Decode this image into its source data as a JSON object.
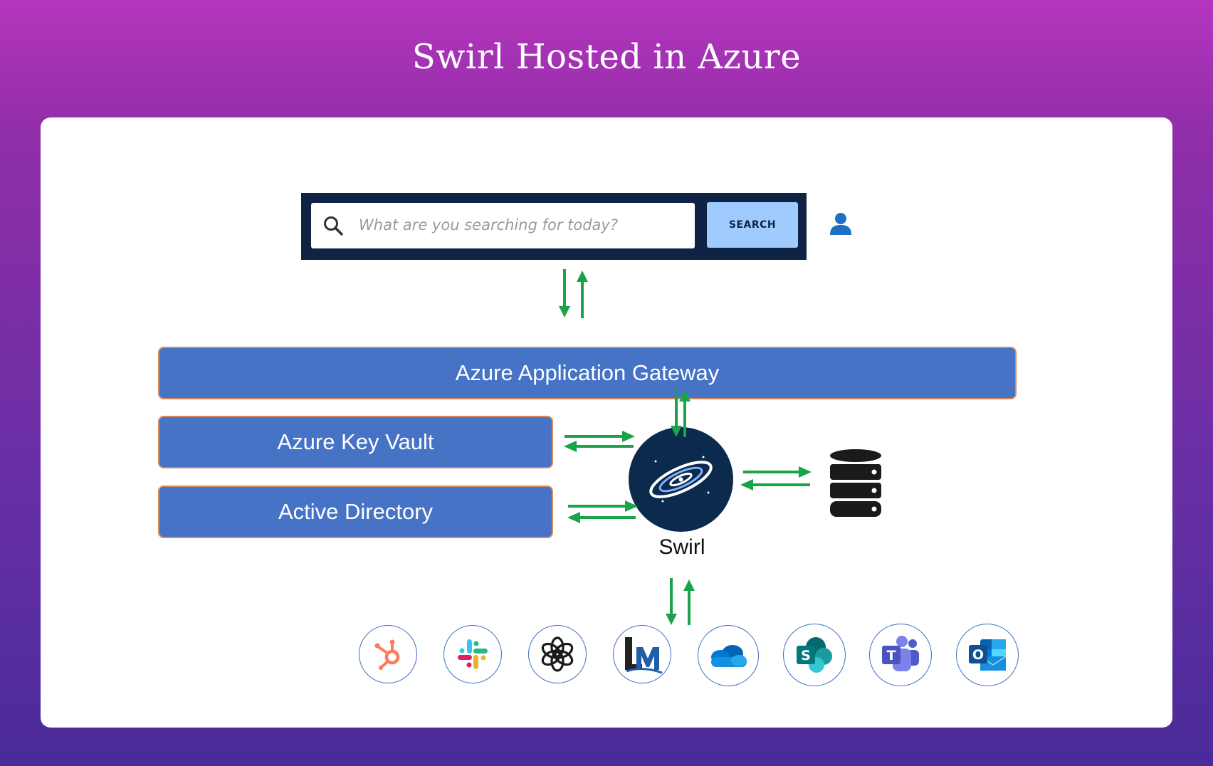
{
  "title": "Swirl Hosted in Azure",
  "search": {
    "placeholder": "What are you searching for today?",
    "button_label": "SEARCH"
  },
  "boxes": {
    "gateway": "Azure Application Gateway",
    "key_vault": "Azure Key Vault",
    "active_directory": "Active Directory"
  },
  "swirl_label": "Swirl",
  "connectors": [
    {
      "name": "hubspot-icon",
      "color": "#ff7a59"
    },
    {
      "name": "slack-icon",
      "color": "#36c5f0"
    },
    {
      "name": "openai-icon",
      "color": "#1a1a1a"
    },
    {
      "name": "lm-icon",
      "color": "#1f5fa8"
    },
    {
      "name": "onedrive-icon",
      "color": "#0f78d4"
    },
    {
      "name": "sharepoint-icon",
      "color": "#038387"
    },
    {
      "name": "teams-icon",
      "color": "#5059c9"
    },
    {
      "name": "outlook-icon",
      "color": "#0a64ad"
    }
  ],
  "colors": {
    "arrow": "#1aa34a",
    "box_fill": "#4673c6",
    "box_border": "#d88a5e",
    "search_bg": "#0f2444",
    "search_button": "#9fcbff",
    "swirl_bg": "#0b2a4d",
    "user_icon": "#1f6fc5"
  }
}
